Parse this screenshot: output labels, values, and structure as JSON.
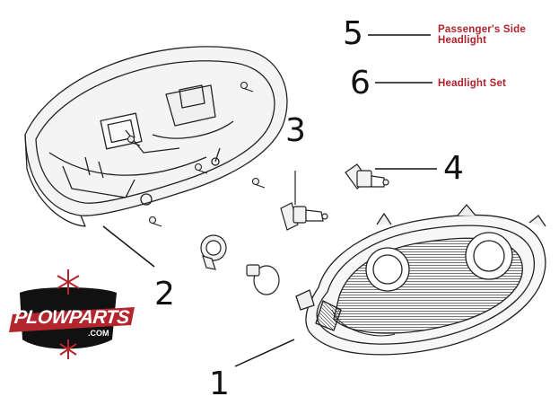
{
  "callouts": {
    "part1": "1",
    "part2": "2",
    "part3": "3",
    "part4": "4",
    "part5": "5",
    "part6": "6"
  },
  "legend": {
    "item5_line1": "Passenger's Side",
    "item5_line2": "Headlight",
    "item6": "Headlight Set"
  },
  "logo": {
    "brand": "PLOWPARTS",
    "suffix": ".COM"
  },
  "colors": {
    "legend_text": "#b0222a",
    "logo_red": "#b3262d",
    "logo_black": "#111111",
    "line_art": "#222222"
  }
}
